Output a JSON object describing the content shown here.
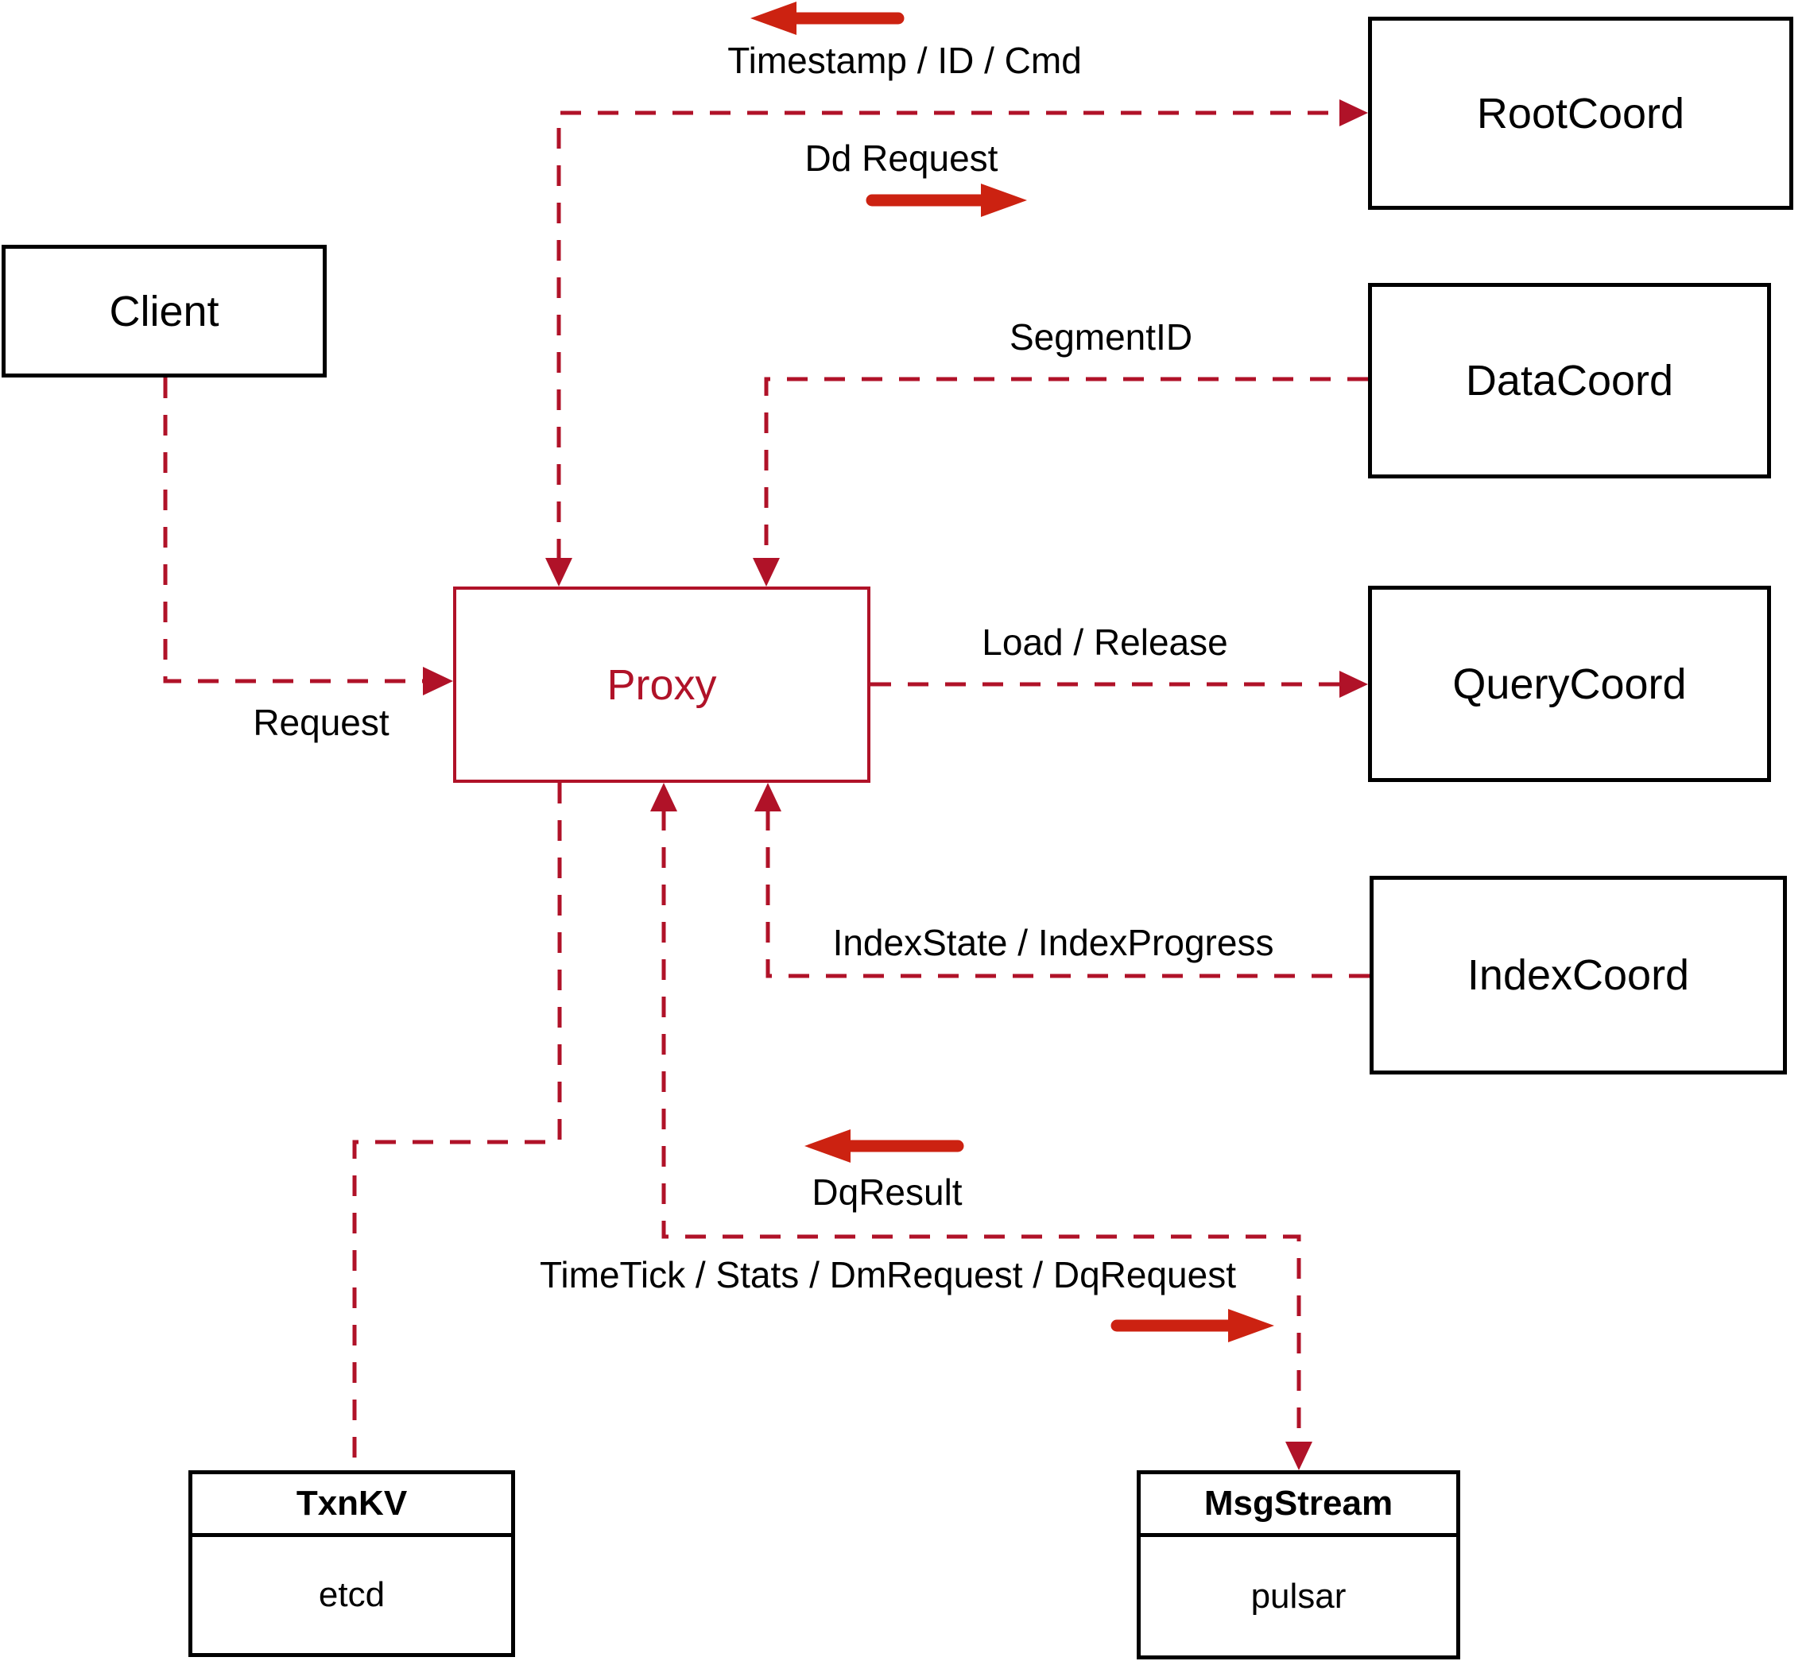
{
  "nodes": {
    "client": {
      "label": "Client"
    },
    "proxy": {
      "label": "Proxy"
    },
    "root_coord": {
      "label": "RootCoord"
    },
    "data_coord": {
      "label": "DataCoord"
    },
    "query_coord": {
      "label": "QueryCoord"
    },
    "index_coord": {
      "label": "IndexCoord"
    },
    "txn_kv": {
      "title": "TxnKV",
      "subtitle": "etcd"
    },
    "msg_stream": {
      "title": "MsgStream",
      "subtitle": "pulsar"
    }
  },
  "edges": {
    "proxy_rootcoord": {
      "label_return": "Timestamp / ID / Cmd",
      "label_send": "Dd Request"
    },
    "datacoord_proxy": {
      "label": "SegmentID"
    },
    "proxy_querycoord": {
      "label": "Load / Release"
    },
    "indexcoord_proxy": {
      "label": "IndexState / IndexProgress"
    },
    "client_proxy": {
      "label": "Request"
    },
    "proxy_msgstream": {
      "label_return": "DqResult",
      "label_send": "TimeTick / Stats / DmRequest / DqRequest"
    }
  },
  "colors": {
    "line": "#b01228",
    "arrow": "#cc2211",
    "box_border": "#000000",
    "text": "#000000",
    "background": "#ffffff"
  }
}
